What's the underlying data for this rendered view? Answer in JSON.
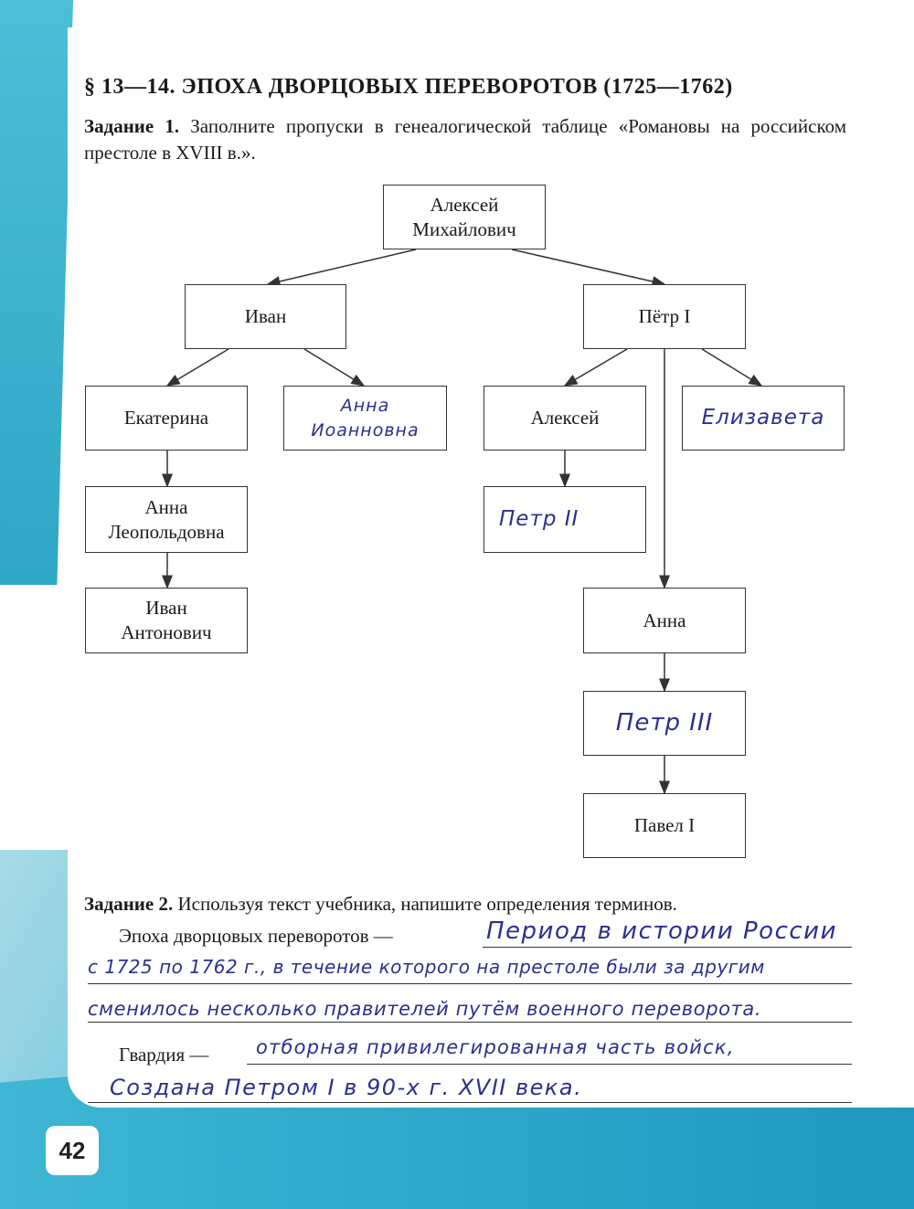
{
  "page": {
    "section_title": "§ 13—14. ЭПОХА ДВОРЦОВЫХ ПЕРЕВОРОТОВ (1725—1762)",
    "page_number": "42"
  },
  "task1": {
    "label": "Задание 1.",
    "text": "Заполните пропуски в генеалогической таблице «Романовы на российском престоле в XVIII в.»."
  },
  "tree": {
    "aleksey_mikhailovich": "Алексей Михайлович",
    "ivan": "Иван",
    "petr1": "Пётр I",
    "ekaterina": "Екатерина",
    "anna_ioannovna": "Анна Иоанновна",
    "aleksey": "Алексей",
    "elizaveta": "Елизавета",
    "anna_leopoldovna": "Анна Леопольдовна",
    "petr2": "Петр II",
    "ivan_antonovich": "Иван Антонович",
    "anna": "Анна",
    "petr3": "Петр III",
    "pavel1": "Павел I"
  },
  "task2": {
    "label": "Задание 2.",
    "text": "Используя текст учебника, напишите определения терминов.",
    "term1_label": "Эпоха дворцовых переворотов —",
    "term1_line1": "Период в истории России",
    "term1_line2": "с 1725 по 1762 г., в течение которого на престоле были за другим",
    "term1_line3": "сменилось несколько правителей путём военного переворота.",
    "term2_label": "Гвардия —",
    "term2_line1": "отборная привилегированная часть войск,",
    "term2_line2": "Создана Петром I в 90-х г. XVII века."
  }
}
